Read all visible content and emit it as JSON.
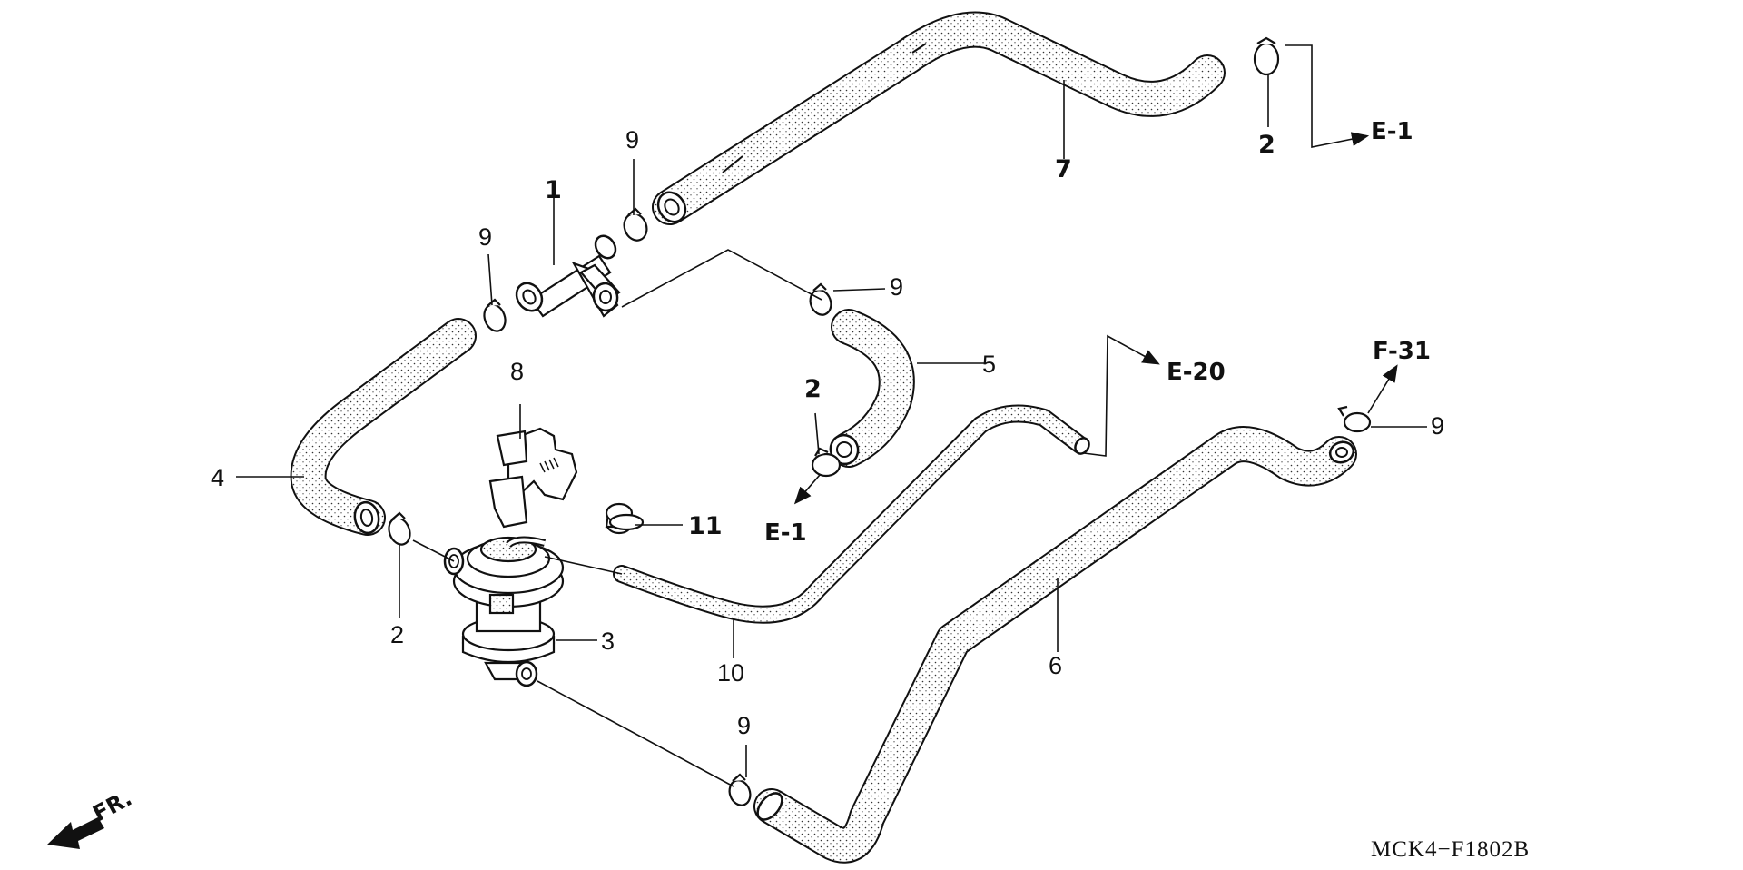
{
  "diagram_code": "MCK4−F1802B",
  "direction_label": "FR.",
  "callouts": {
    "c1": "1",
    "c2a": "2",
    "c2b": "2",
    "c2c": "2",
    "c3": "3",
    "c4": "4",
    "c5": "5",
    "c6": "6",
    "c7": "7",
    "c8": "8",
    "c9a": "9",
    "c9b": "9",
    "c9c": "9",
    "c9d": "9",
    "c9e": "9",
    "c10": "10",
    "c11": "11"
  },
  "references": {
    "e1_top": "E-1",
    "e1_mid": "E-1",
    "e20": "E-20",
    "f31": "F-31"
  }
}
